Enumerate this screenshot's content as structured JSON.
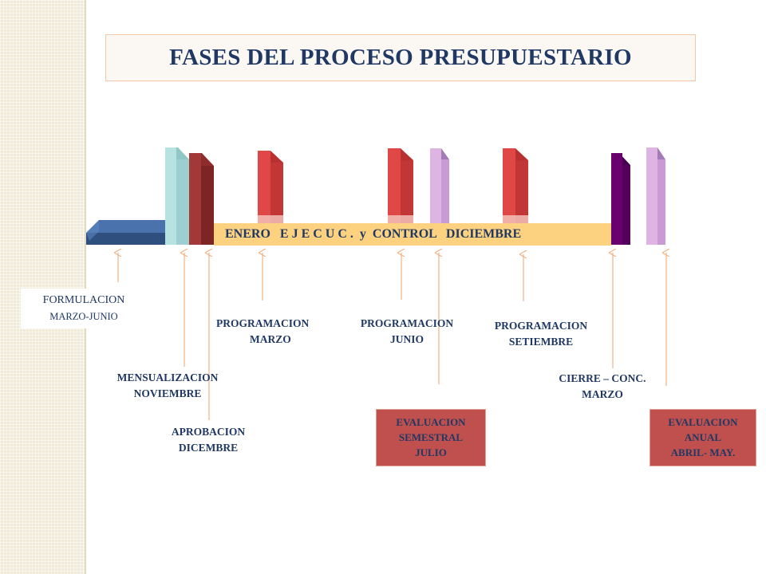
{
  "title": "FASES DEL PROCESO PRESUPUESTARIO",
  "timeline": {
    "bar_text": "ENERO   E J E C U C .  y  CONTROL   DICIEMBRE"
  },
  "labels": {
    "formulacion": {
      "line1": "FORMULACION",
      "line2": "MARZO-JUNIO"
    },
    "mensualizacion": {
      "line1": "MENSUALIZACION",
      "line2": "NOVIEMBRE"
    },
    "aprobacion": {
      "line1": "APROBACION",
      "line2": "DICEMBRE"
    },
    "programacion_marzo": {
      "line1": "PROGRAMACION",
      "line2": "MARZO"
    },
    "programacion_junio": {
      "line1": "PROGRAMACION",
      "line2": "JUNIO"
    },
    "programacion_setiembre": {
      "line1": "PROGRAMACION",
      "line2": "SETIEMBRE"
    },
    "cierre": {
      "line1": "CIERRE – CONC.",
      "line2": "MARZO"
    },
    "evaluacion_semestral": {
      "line1": "EVALUACION",
      "line2": "SEMESTRAL",
      "line3": "JULIO"
    },
    "evaluacion_anual": {
      "line1": "EVALUACION",
      "line2": "ANUAL",
      "line3": "ABRIL-  MAY."
    }
  },
  "colors": {
    "title_text": "#1f3864",
    "timeline_bar": "#fcd17f",
    "formulacion_block": "#3b5f95",
    "evaluation_box": "#c0504d",
    "arrow": "#f4b183"
  }
}
